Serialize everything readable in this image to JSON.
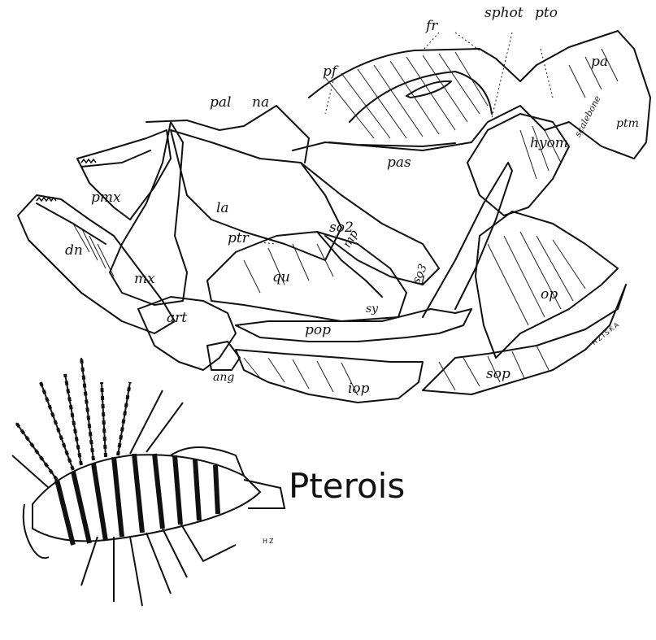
{
  "figure": {
    "genus_label": "Pterois",
    "artist_signature": "HZISKA",
    "fish_signature": "HZ"
  },
  "labels": {
    "fr": "fr",
    "sphot": "sphot",
    "pto": "pto",
    "pf": "pf",
    "pa": "pa",
    "pal": "pal",
    "na": "na",
    "scalebone": "scalebone",
    "ptm": "ptm",
    "hyom": "hyom",
    "pmx": "pmx",
    "pas": "pas",
    "la": "la",
    "dn": "dn",
    "ptr": "ptr",
    "so2": "so2",
    "mp": "mp",
    "so3": "so3",
    "so1": "1",
    "mx": "mx",
    "qu": "qu",
    "op": "op",
    "sy": "sy",
    "art": "art",
    "pop": "pop",
    "ang": "ang",
    "iop": "iop",
    "sop": "sop"
  }
}
